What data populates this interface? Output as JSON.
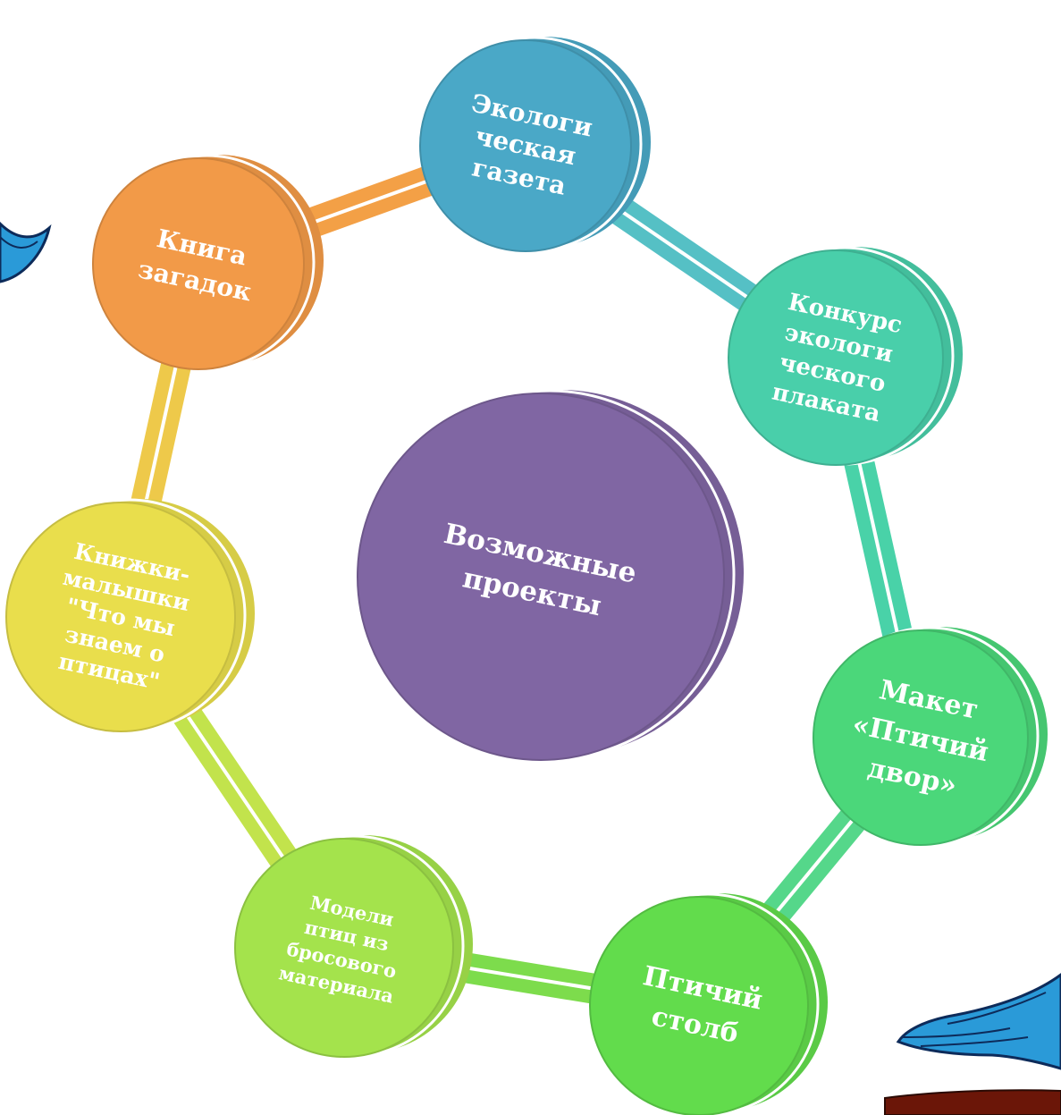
{
  "diagram": {
    "center": {
      "label": [
        "Возможные",
        "проекты"
      ],
      "color": "#8066a3"
    },
    "nodes": [
      {
        "id": "ecological-newspaper",
        "label": [
          "Экологи",
          "ческая",
          "газета"
        ],
        "color": "#4aa8c7"
      },
      {
        "id": "eco-poster-contest",
        "label": [
          "Конкурс",
          "экологи",
          "ческого",
          "плаката"
        ],
        "color": "#49cfaa"
      },
      {
        "id": "bird-yard-model",
        "label": [
          "Макет",
          "«Птичий",
          "двор»"
        ],
        "color": "#4bd77a"
      },
      {
        "id": "bird-pillar",
        "label": [
          "Птичий",
          "столб"
        ],
        "color": "#62dc4c"
      },
      {
        "id": "bird-models",
        "label": [
          "Модели",
          "птиц из",
          "бросового",
          "материала"
        ],
        "color": "#a4e34c"
      },
      {
        "id": "mini-books",
        "label": [
          "Книжки-",
          "малышки",
          "\"Что мы",
          "знаем о",
          "птицах\""
        ],
        "color": "#e9de4c"
      },
      {
        "id": "riddle-book",
        "label": [
          "Книга",
          "загадок"
        ],
        "color": "#f29a48"
      }
    ],
    "connector_colors": [
      "#55c0c5",
      "#49d2a8",
      "#55d78a",
      "#7ddc4c",
      "#c2e34c",
      "#eec94a",
      "#f3a046"
    ],
    "decorations": [
      "blue-bird-wing-left",
      "blue-bird-right",
      "brown-base"
    ]
  }
}
